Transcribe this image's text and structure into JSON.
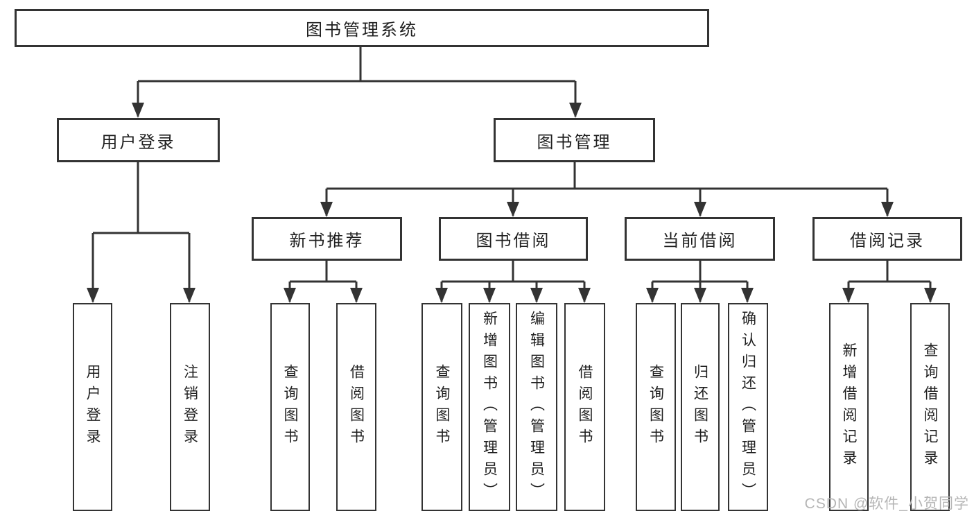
{
  "colors": {
    "line": "#333333",
    "box_border": "#333333",
    "box_background": "#ffffff",
    "text": "#1f1f1f",
    "watermark": "#b5b5b5"
  },
  "watermark": "CSDN @软件_小贺同学",
  "tree": {
    "root": {
      "label": "图书管理系统"
    },
    "branches": [
      {
        "label": "用户登录",
        "children": [
          {
            "label": "用户登录"
          },
          {
            "label": "注销登录"
          }
        ]
      },
      {
        "label": "图书管理",
        "children": [
          {
            "label": "新书推荐",
            "children": [
              {
                "label": "查询图书"
              },
              {
                "label": "借阅图书"
              }
            ]
          },
          {
            "label": "图书借阅",
            "children": [
              {
                "label": "查询图书"
              },
              {
                "label": "新增图书（管理员）"
              },
              {
                "label": "编辑图书（管理员）"
              },
              {
                "label": "借阅图书"
              }
            ]
          },
          {
            "label": "当前借阅",
            "children": [
              {
                "label": "查询图书"
              },
              {
                "label": "归还图书"
              },
              {
                "label": "确认归还（管理员）"
              }
            ]
          },
          {
            "label": "借阅记录",
            "children": [
              {
                "label": "新增借阅记录"
              },
              {
                "label": "查询借阅记录"
              }
            ]
          }
        ]
      }
    ]
  }
}
